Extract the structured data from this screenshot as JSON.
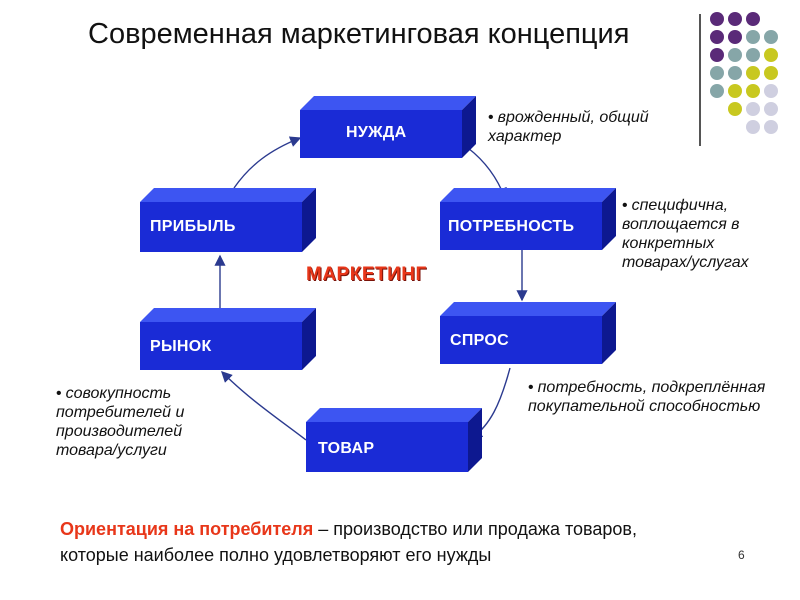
{
  "slide": {
    "title": "Современная маркетинговая концепция",
    "center_label": "МАРКЕТИНГ",
    "slide_number": "6",
    "bottom": {
      "accent": "Ориентация на потребителя",
      "rest": " – производство или продажа товаров, которые наиболее полно удовлетворяют его нужды"
    }
  },
  "nodes": {
    "need": "НУЖДА",
    "want": "ПОТРЕБНОСТЬ",
    "demand": "СПРОС",
    "product": "ТОВАР",
    "market": "РЫНОК",
    "profit": "ПРИБЫЛЬ"
  },
  "notes": {
    "need": "врожденный, общий характер",
    "want": "специфична, воплощается в конкретных товарах/услугах",
    "demand": "потребность, подкреплённая покупательной способностью",
    "market": "совокупность потребителей и производителей товара/услуги"
  },
  "colors": {
    "box_front": "#1626c8",
    "box_top": "#3d55f2",
    "accent_red": "#e8371a",
    "arrow": "#2b3a8f",
    "dot_purple": "#5a2a78",
    "dot_teal": "#86a6a8",
    "dot_yellow": "#c8c820",
    "dot_gray": "#cfcfe0"
  }
}
